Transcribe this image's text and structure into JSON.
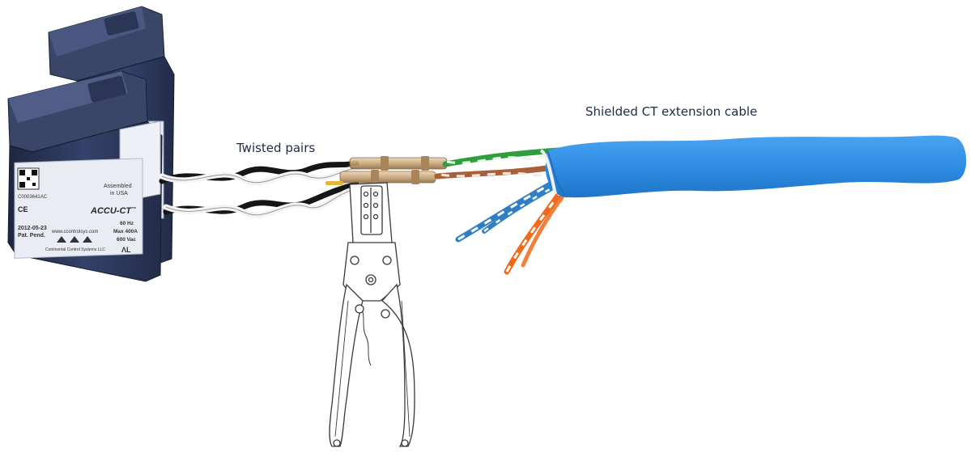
{
  "labels": {
    "twisted_pairs": "Twisted pairs",
    "shielded_cable": "Shielded CT extension cable"
  },
  "ct_device": {
    "brand": "ACCU-CT",
    "trademark": "™",
    "assembled": "Assembled",
    "in_usa": "in USA",
    "date": "2012-05-23",
    "patent": "Pat. Pend.",
    "url": "www.ccontrolsys.com",
    "frequency": "60 Hz",
    "max_current": "Max 400A",
    "voltage": "600 Vac",
    "manufacturer": "Continental Control Systems LLC",
    "serial": "C0003641AC",
    "ce_mark": "CE"
  },
  "colors": {
    "cable_jacket": "#2f8de4",
    "ct_body": "#2c3857",
    "green_pair": "#2f9e3d",
    "brown_pair": "#a8603a",
    "blue_pair": "#2e7fc6",
    "orange_pair": "#ef6a1a",
    "label_text": "#1f2a44"
  },
  "icons": [
    "current-transformer-icon",
    "crimping-tool-icon",
    "butt-splice-connector-icon"
  ]
}
